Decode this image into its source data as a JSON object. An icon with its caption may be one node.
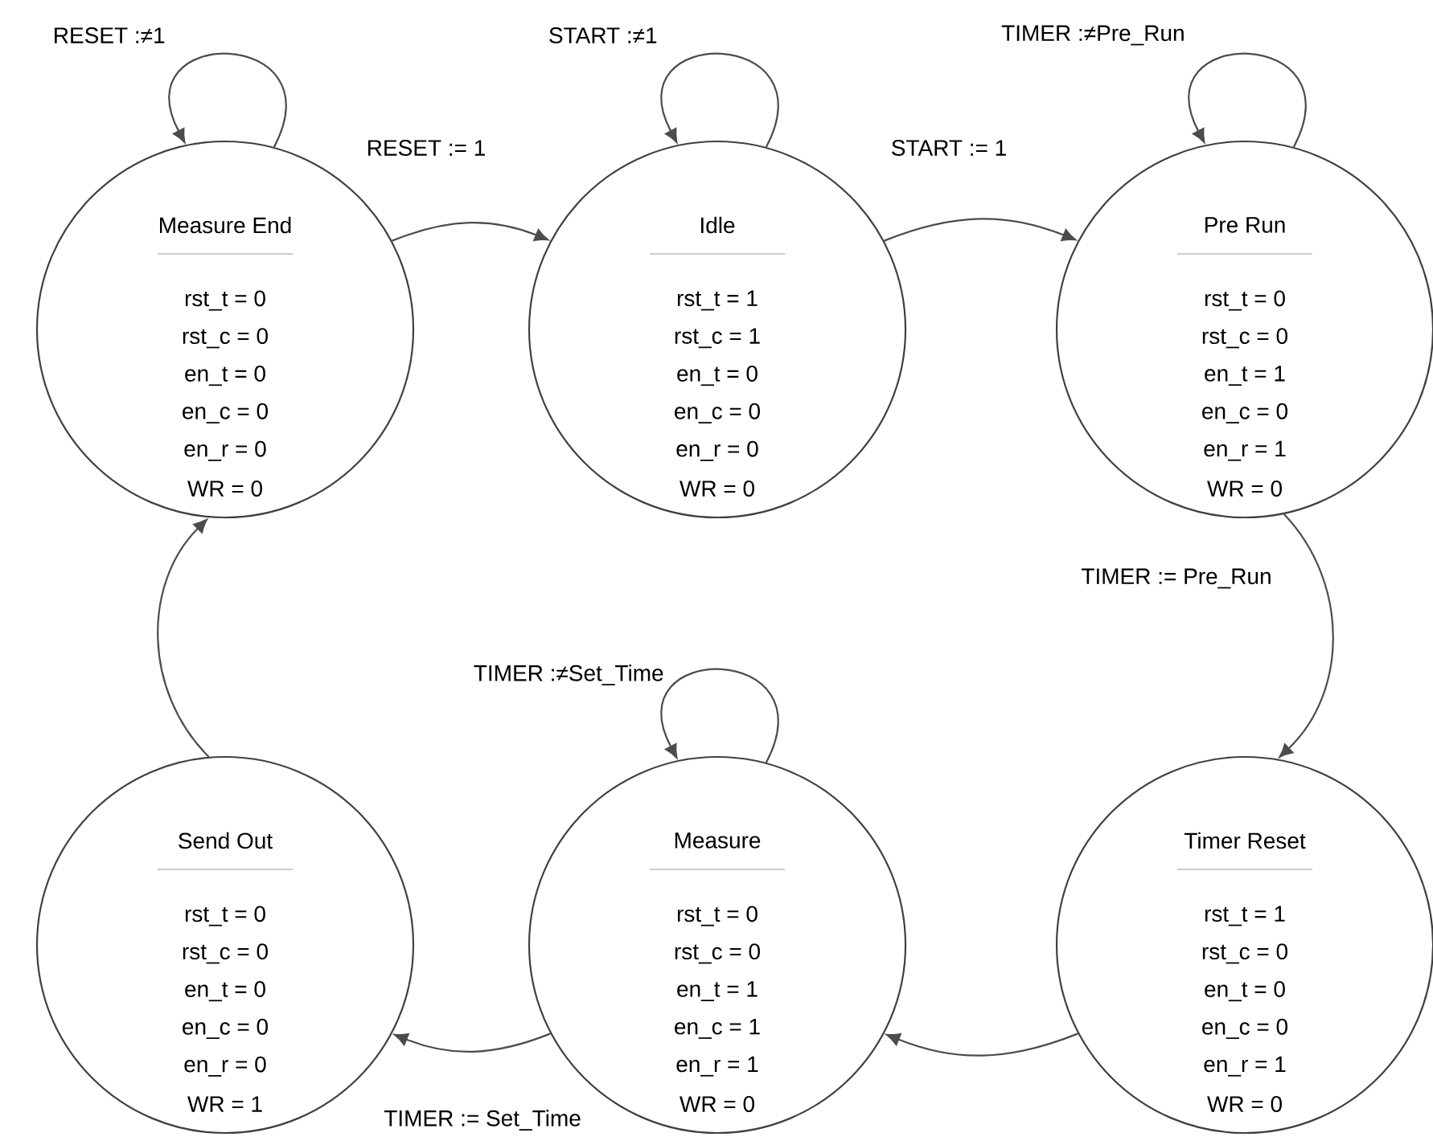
{
  "diagram": {
    "nodes": [
      {
        "text": [
          "Measure End",
          "rst_t = 0",
          "rst_c = 0",
          "en_t = 0",
          "en_c = 0",
          "en_r = 0",
          "WR = 0"
        ]
      },
      {
        "text": [
          "Idle",
          "rst_t = 1",
          "rst_c = 1",
          "en_t = 0",
          "en_c = 0",
          "en_r = 0",
          "WR = 0"
        ]
      },
      {
        "text": [
          "Pre Run",
          "rst_t = 0",
          "rst_c = 0",
          "en_t = 1",
          "en_c = 0",
          "en_r = 1",
          "WR = 0"
        ]
      },
      {
        "text": [
          "Send Out",
          "rst_t = 0",
          "rst_c = 0",
          "en_t = 0",
          "en_c = 0",
          "en_r = 0",
          "WR = 1"
        ]
      },
      {
        "text": [
          "Measure",
          "rst_t = 0",
          "rst_c = 0",
          "en_t = 1",
          "en_c = 1",
          "en_r = 1",
          "WR = 0"
        ]
      },
      {
        "text": [
          "Timer Reset",
          "rst_t = 1",
          "rst_c = 0",
          "en_t = 0",
          "en_c = 0",
          "en_r = 1",
          "WR = 0"
        ]
      }
    ],
    "edges": [
      {
        "from": 0,
        "to": 0,
        "arrow": "to",
        "label": "RESET :≠1"
      },
      {
        "from": 0,
        "to": 1,
        "arrow": "to",
        "label": "RESET := 1"
      },
      {
        "from": 1,
        "to": 1,
        "arrow": "to",
        "label": "START :≠1"
      },
      {
        "from": 1,
        "to": 2,
        "arrow": "to",
        "label": "START := 1"
      },
      {
        "from": 2,
        "to": 2,
        "arrow": "to",
        "label": "TIMER :≠Pre_Run"
      },
      {
        "from": 2,
        "to": 5,
        "arrow": "to",
        "label": "TIMER := Pre_Run"
      },
      {
        "from": 5,
        "to": 4,
        "arrow": "to"
      },
      {
        "from": 4,
        "to": 4,
        "arrow": "to",
        "label": "TIMER :≠Set_Time"
      },
      {
        "from": 4,
        "to": 3,
        "arrow": "to",
        "label": "TIMER := Set_Time"
      },
      {
        "from": 3,
        "to": 0,
        "arrow": "to"
      }
    ]
  }
}
